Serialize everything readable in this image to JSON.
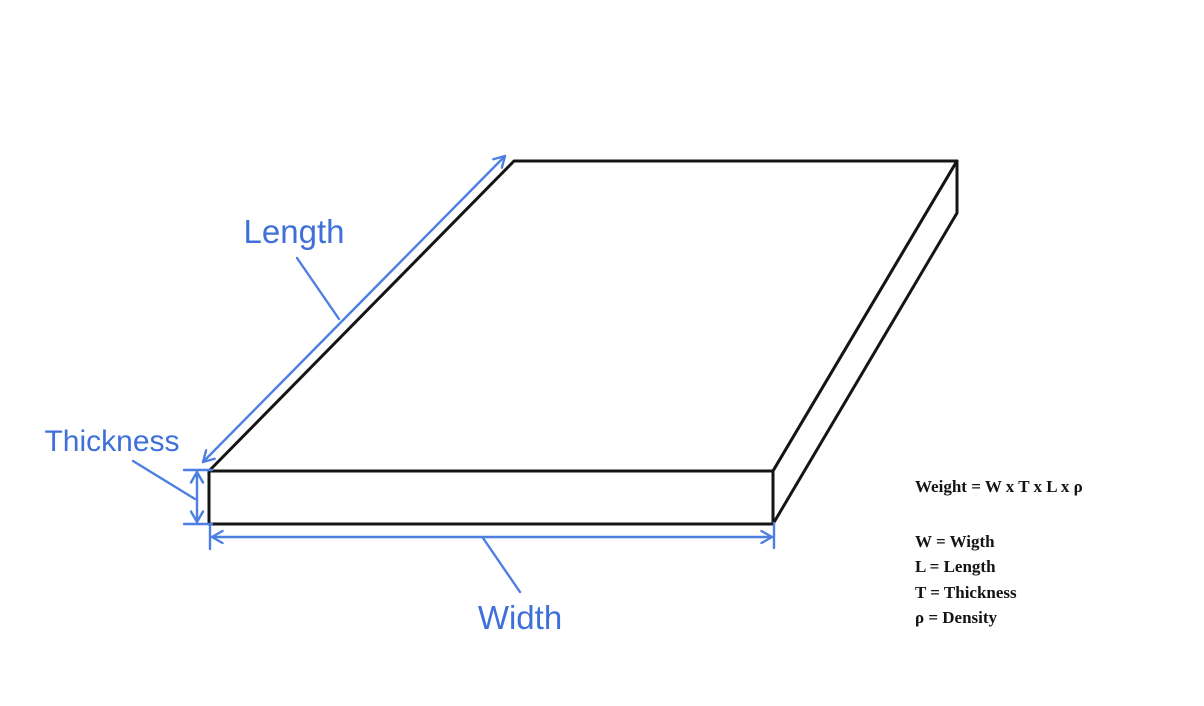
{
  "diagram": {
    "labels": {
      "length": "Length",
      "thickness": "Thickness",
      "width": "Width"
    }
  },
  "formula": {
    "equation": "Weight = W x T x L x ρ",
    "definitions": [
      "W = Wigth",
      "L = Length",
      "T = Thickness",
      "ρ = Density"
    ]
  },
  "colors": {
    "annotation_line_blue": "#4d7fe2",
    "label_text_blue": "#3f6fd8",
    "plate_outline_black": "#151515",
    "formula_text_black": "#141414",
    "background": "#ffffff"
  }
}
